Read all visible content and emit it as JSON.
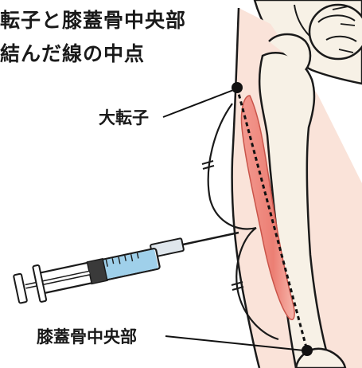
{
  "title": {
    "line1": "転子と膝蓋骨中央部",
    "line2": "結んだ線の中点"
  },
  "labels": {
    "greater_trochanter": "大転子",
    "patella_center": "膝蓋骨中央部"
  },
  "colors": {
    "bone_fill": "#f7f1e6",
    "muscle_fill": "#f08a80",
    "thigh_fill": "#fae3d9",
    "syringe_fluid": "#9fd0ea",
    "outline": "#1a1a1a",
    "landmark_dot": "#111111"
  }
}
